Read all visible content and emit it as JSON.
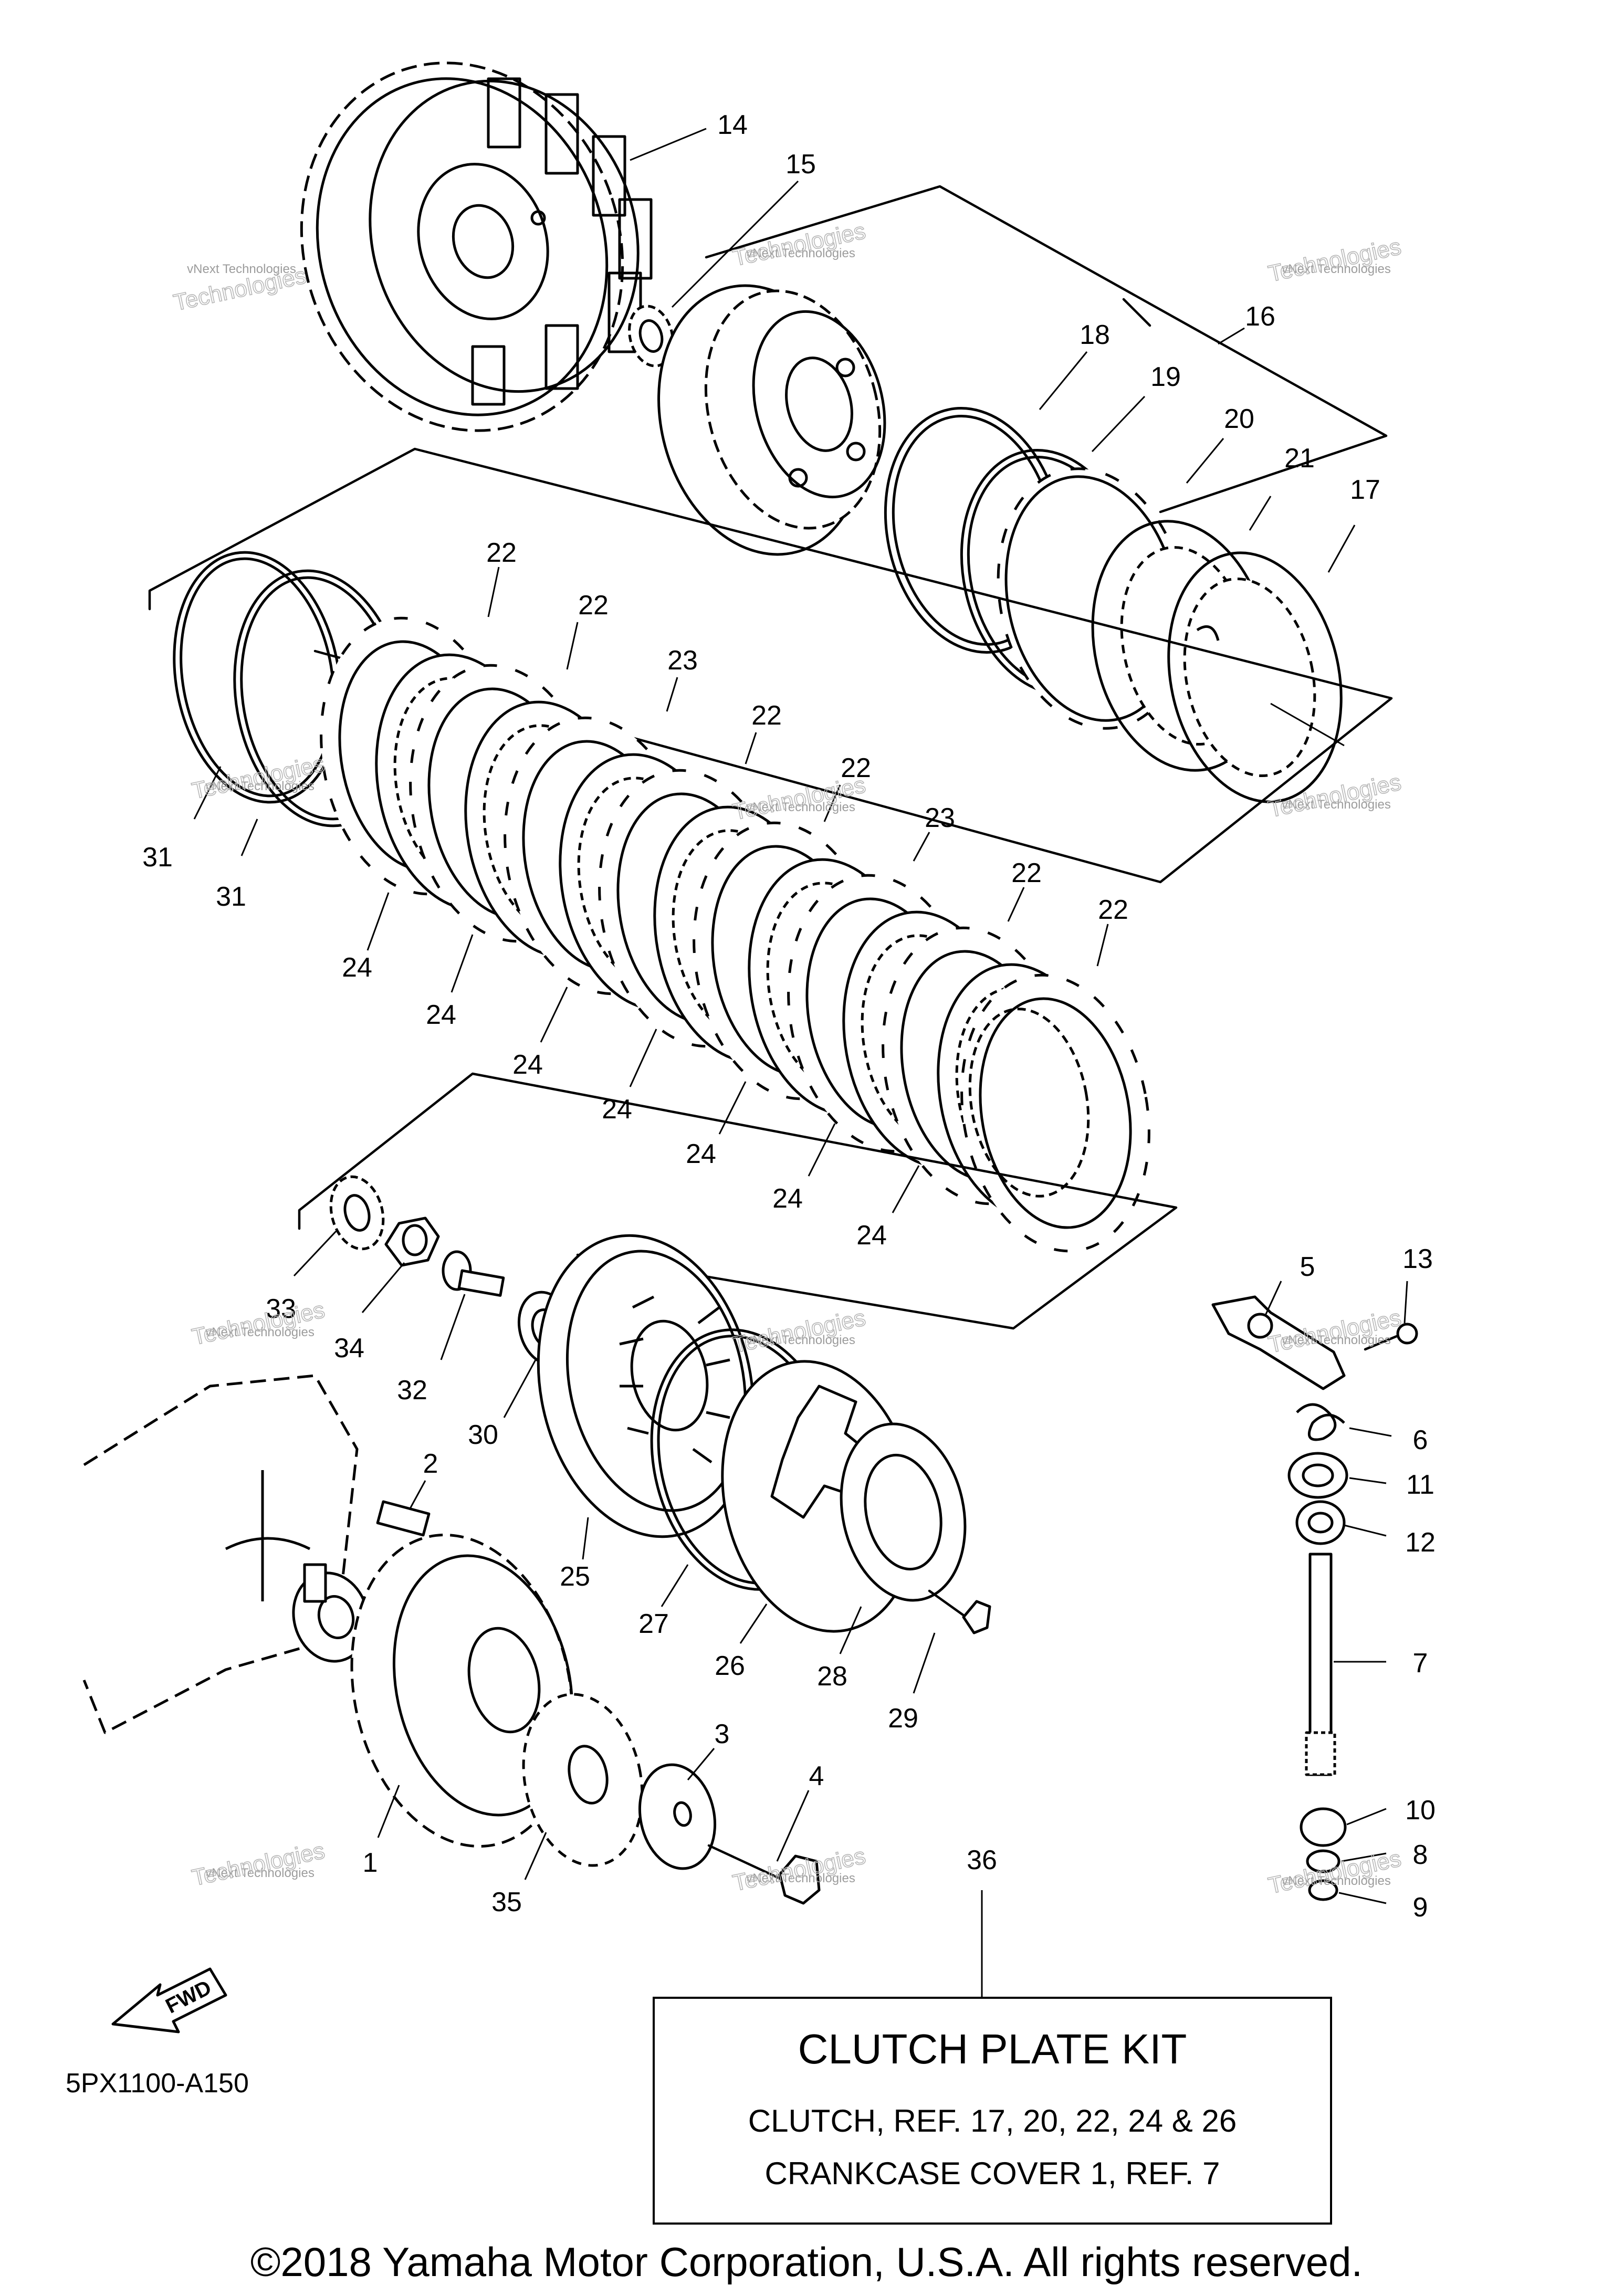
{
  "callouts": [
    {
      "id": "c14",
      "text": "14"
    },
    {
      "id": "c15",
      "text": "15"
    },
    {
      "id": "c16",
      "text": "16"
    },
    {
      "id": "c17",
      "text": "17"
    },
    {
      "id": "c18",
      "text": "18"
    },
    {
      "id": "c19",
      "text": "19"
    },
    {
      "id": "c20",
      "text": "20"
    },
    {
      "id": "c21",
      "text": "21"
    },
    {
      "id": "c22a",
      "text": "22"
    },
    {
      "id": "c22b",
      "text": "22"
    },
    {
      "id": "c22c",
      "text": "22"
    },
    {
      "id": "c22d",
      "text": "22"
    },
    {
      "id": "c22e",
      "text": "22"
    },
    {
      "id": "c22f",
      "text": "22"
    },
    {
      "id": "c23a",
      "text": "23"
    },
    {
      "id": "c23b",
      "text": "23"
    },
    {
      "id": "c24a",
      "text": "24"
    },
    {
      "id": "c24b",
      "text": "24"
    },
    {
      "id": "c24c",
      "text": "24"
    },
    {
      "id": "c24d",
      "text": "24"
    },
    {
      "id": "c24e",
      "text": "24"
    },
    {
      "id": "c24f",
      "text": "24"
    },
    {
      "id": "c24g",
      "text": "24"
    },
    {
      "id": "c31a",
      "text": "31"
    },
    {
      "id": "c31b",
      "text": "31"
    },
    {
      "id": "c33",
      "text": "33"
    },
    {
      "id": "c34",
      "text": "34"
    },
    {
      "id": "c32",
      "text": "32"
    },
    {
      "id": "c30",
      "text": "30"
    },
    {
      "id": "c2",
      "text": "2"
    },
    {
      "id": "c25",
      "text": "25"
    },
    {
      "id": "c27",
      "text": "27"
    },
    {
      "id": "c26",
      "text": "26"
    },
    {
      "id": "c28",
      "text": "28"
    },
    {
      "id": "c29",
      "text": "29"
    },
    {
      "id": "c1",
      "text": "1"
    },
    {
      "id": "c35",
      "text": "35"
    },
    {
      "id": "c3",
      "text": "3"
    },
    {
      "id": "c4",
      "text": "4"
    },
    {
      "id": "c36",
      "text": "36"
    },
    {
      "id": "c5",
      "text": "5"
    },
    {
      "id": "c13",
      "text": "13"
    },
    {
      "id": "c6",
      "text": "6"
    },
    {
      "id": "c11",
      "text": "11"
    },
    {
      "id": "c12",
      "text": "12"
    },
    {
      "id": "c7",
      "text": "7"
    },
    {
      "id": "c10",
      "text": "10"
    },
    {
      "id": "c8",
      "text": "8"
    },
    {
      "id": "c9",
      "text": "9"
    }
  ],
  "kit_box": {
    "title": "CLUTCH PLATE KIT",
    "line1": "CLUTCH, REF. 17, 20, 22, 24 & 26",
    "line2": "CRANKCASE COVER 1, REF. 7"
  },
  "part_number": "5PX1100-A150",
  "fwd_label": "FWD",
  "copyright": "©2018 Yamaha Motor Corporation, U.S.A. All rights reserved.",
  "watermark": {
    "line1": "vNext Technologies",
    "line2": "Technologies"
  }
}
